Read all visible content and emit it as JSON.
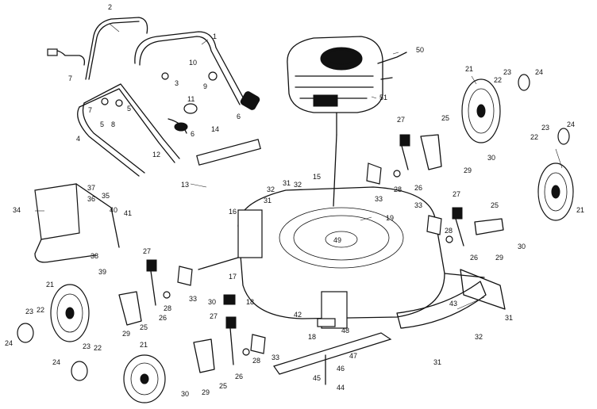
{
  "diagram": {
    "part_numbers": [
      "1",
      "2",
      "3",
      "4",
      "5",
      "6",
      "7",
      "8",
      "9",
      "10",
      "11",
      "12",
      "13",
      "14",
      "15",
      "16",
      "17",
      "18",
      "19",
      "21",
      "22",
      "23",
      "24",
      "25",
      "26",
      "27",
      "28",
      "29",
      "30",
      "31",
      "32",
      "33",
      "34",
      "35",
      "36",
      "37",
      "38",
      "39",
      "40",
      "41",
      "42",
      "43",
      "44",
      "45",
      "46",
      "47",
      "48",
      "49",
      "50",
      "51"
    ]
  }
}
